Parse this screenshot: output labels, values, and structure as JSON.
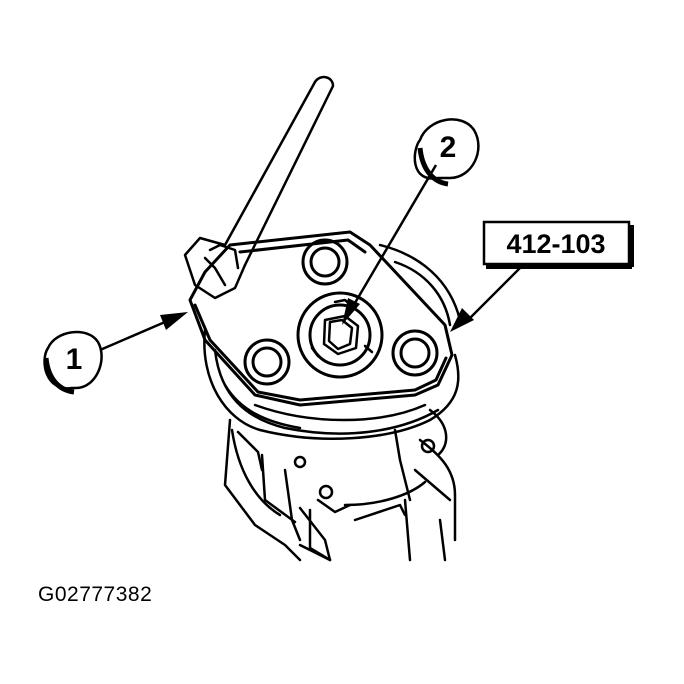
{
  "callouts": {
    "c1": "1",
    "c2": "2"
  },
  "tool_label": "412-103",
  "figure_id": "G02777382",
  "colors": {
    "line": "#000000",
    "background": "#ffffff"
  }
}
